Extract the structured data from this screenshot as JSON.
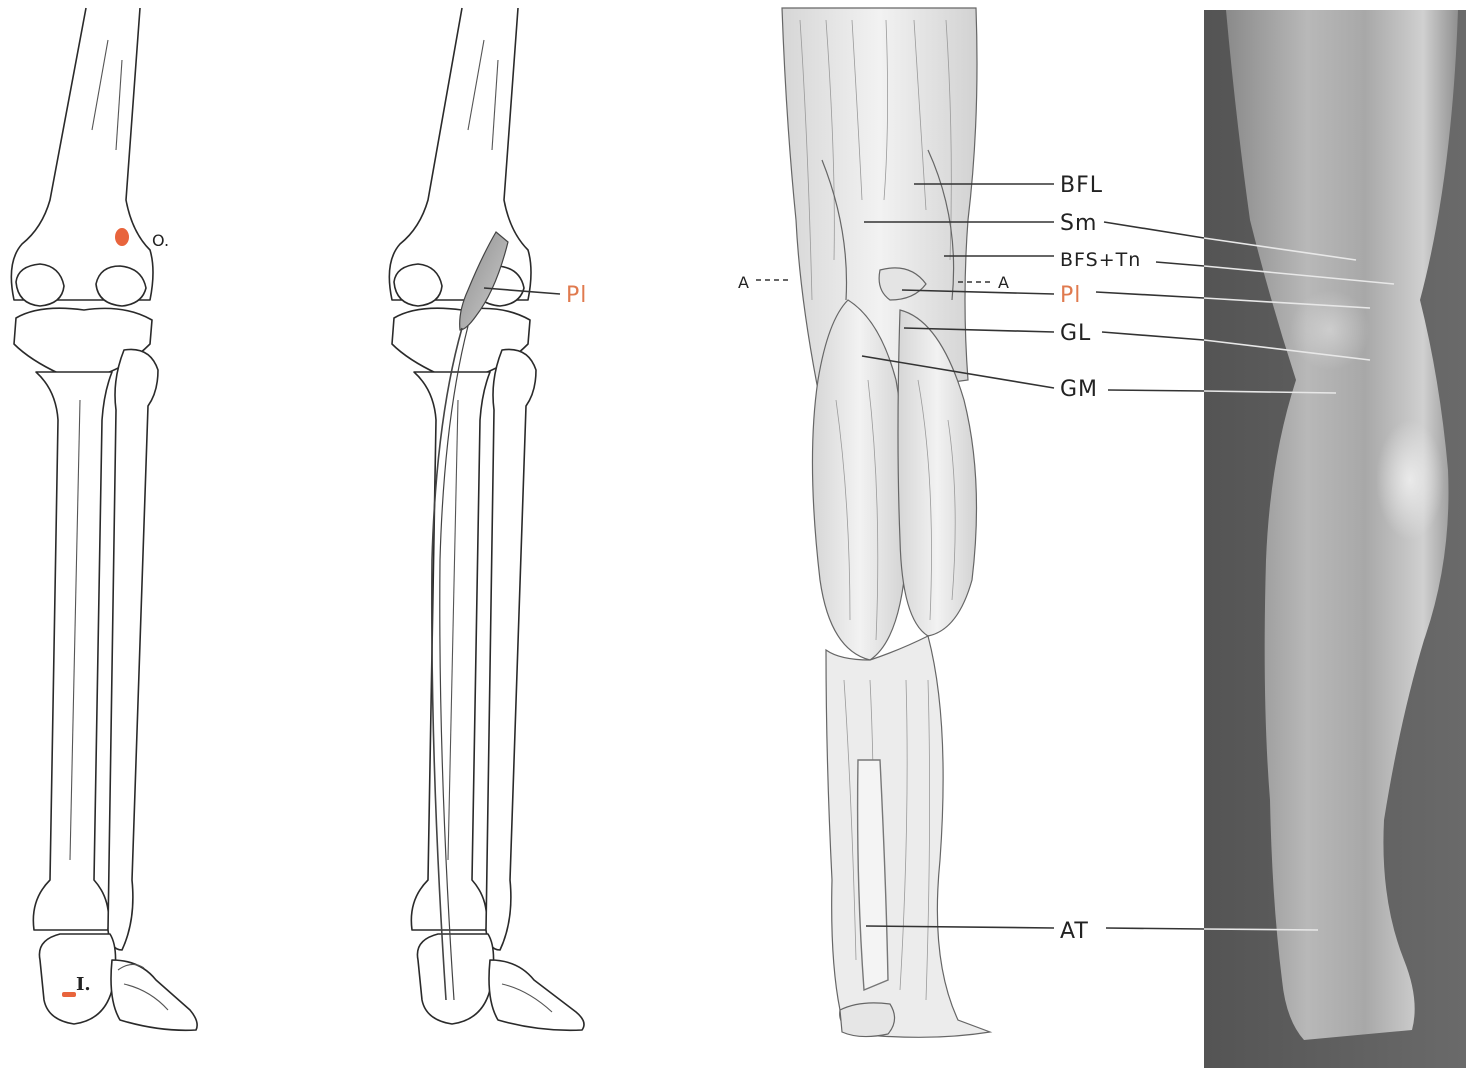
{
  "panels": {
    "bones_origin_insertion": {
      "origin_label": "O.",
      "insertion_label": "I."
    },
    "bones_with_muscle": {
      "muscle_label": "Pl"
    },
    "muscle_drawing": {
      "axis_marker_left": "A",
      "axis_marker_right": "A",
      "labels": [
        {
          "abbr": "BFL",
          "color": "#222222"
        },
        {
          "abbr": "Sm",
          "color": "#222222"
        },
        {
          "abbr": "BFS+Tn",
          "color": "#222222"
        },
        {
          "abbr": "Pl",
          "color": "#e07a4e"
        },
        {
          "abbr": "GL",
          "color": "#222222"
        },
        {
          "abbr": "GM",
          "color": "#222222"
        },
        {
          "abbr": "AT",
          "color": "#222222"
        }
      ]
    },
    "photo": {
      "background": "#5e5e5e"
    }
  },
  "colors": {
    "highlight": "#e8643c",
    "highlight_label": "#e07a4e",
    "line": "#2a2a2a"
  }
}
